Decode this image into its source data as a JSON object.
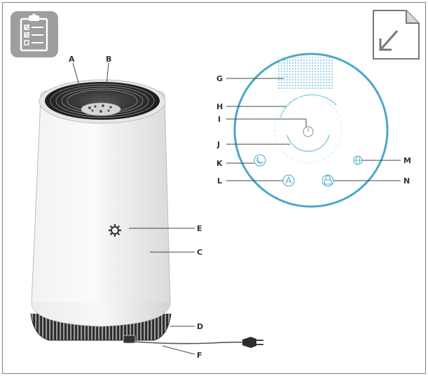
{
  "labels": {
    "A": "A",
    "B": "B",
    "C": "C",
    "D": "D",
    "E": "E",
    "F": "F",
    "G": "G",
    "H": "H",
    "I": "I",
    "J": "J",
    "K": "K",
    "L": "L",
    "M": "M",
    "N": "N"
  },
  "icons": {
    "top_left": "checklist-clipboard-icon",
    "top_right": "folded-page-arrow-icon",
    "panel_k": "sleep-mode-icon",
    "panel_l": "auto-mode-icon",
    "panel_m": "wifi-globe-icon",
    "panel_n": "child-lock-icon",
    "panel_i": "power-icon"
  },
  "colors": {
    "panel_ring": "#4aa7c9",
    "display_dots": "#7fc6df",
    "icon_badge": "#9e9e9e",
    "frame": "#8c8c8c"
  }
}
